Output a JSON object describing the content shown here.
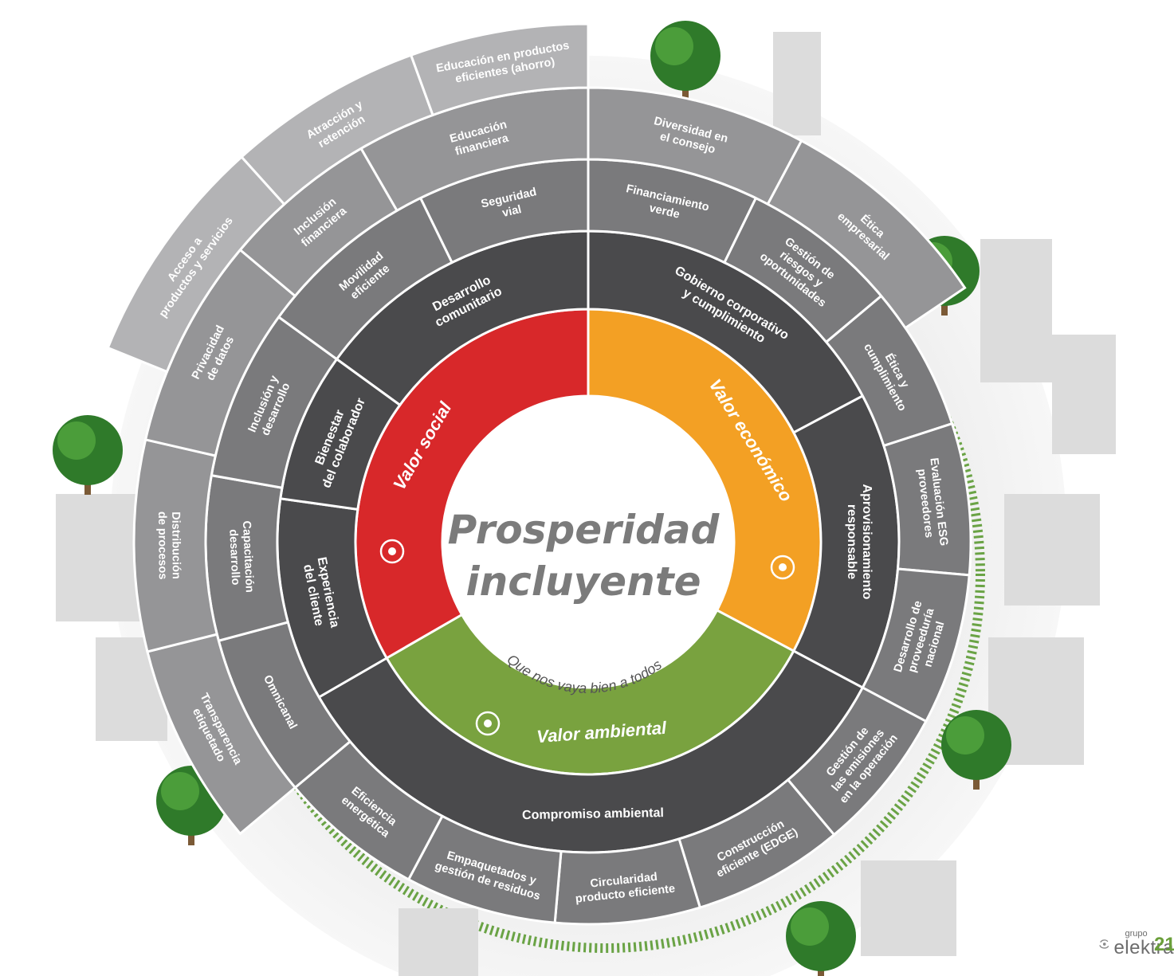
{
  "center": {
    "title_line1": "Prosperidad",
    "title_line2": "incluyente",
    "subtitle": "Que nos vaya bien a todos"
  },
  "values": {
    "social": "Valor social",
    "economic": "Valor económico",
    "environmental": "Valor ambiental"
  },
  "colors": {
    "social": "#d8282a",
    "economic": "#f3a024",
    "environmental": "#79a23f",
    "ring_dark": "#4a4a4c",
    "ring_mid": "#7a7a7c",
    "ring_light": "#959597",
    "ring_lighter": "#b3b3b5",
    "brand_green": "#6a9f3a"
  },
  "ring2": [
    {
      "name": "desarrollo-comunitario",
      "lines": [
        "Desarrollo",
        "comunitario"
      ]
    },
    {
      "name": "gobierno-corporativo",
      "lines": [
        "Gobierno corporativo",
        "y cumplimiento"
      ]
    },
    {
      "name": "aprovisionamiento-responsable",
      "lines": [
        "Aprovisionamiento",
        "responsable"
      ]
    },
    {
      "name": "compromiso-ambiental",
      "lines": [
        "Compromiso ambiental"
      ]
    },
    {
      "name": "experiencia-cliente",
      "lines": [
        "Experiencia",
        "del cliente"
      ]
    },
    {
      "name": "bienestar-colaborador",
      "lines": [
        "Bienestar",
        "del colaborador"
      ]
    }
  ],
  "ring3": [
    {
      "name": "seguridad-vial",
      "lines": [
        "Seguridad",
        "vial"
      ]
    },
    {
      "name": "financiamiento-verde",
      "lines": [
        "Financiamiento",
        "verde"
      ]
    },
    {
      "name": "gestion-riesgos",
      "lines": [
        "Gestión de",
        "riesgos y",
        "oportunidades"
      ]
    },
    {
      "name": "etica-cumplimiento",
      "lines": [
        "Ética y",
        "cumplimiento"
      ]
    },
    {
      "name": "evaluacion-esg",
      "lines": [
        "Evaluación ESG",
        "proveedores"
      ]
    },
    {
      "name": "desarrollo-proveeduria",
      "lines": [
        "Desarrollo de",
        "proveeduría",
        "nacional"
      ]
    },
    {
      "name": "gestion-emisiones",
      "lines": [
        "Gestión de",
        "las emisiones",
        "en la operación"
      ]
    },
    {
      "name": "construccion-eficiente",
      "lines": [
        "Construcción",
        "eficiente (EDGE)"
      ]
    },
    {
      "name": "circularidad",
      "lines": [
        "Circularidad",
        "producto eficiente"
      ]
    },
    {
      "name": "empaquetados",
      "lines": [
        "Empaquetados y",
        "gestión de residuos"
      ]
    },
    {
      "name": "eficiencia-energetica",
      "lines": [
        "Eficiencia",
        "energética"
      ]
    },
    {
      "name": "omnicanal",
      "lines": [
        "Omnicanal"
      ]
    },
    {
      "name": "capacitacion",
      "lines": [
        "Capacitación",
        "desarrollo"
      ]
    },
    {
      "name": "inclusion-desarrollo",
      "lines": [
        "Inclusión y",
        "desarrollo"
      ]
    },
    {
      "name": "movilidad-eficiente",
      "lines": [
        "Movilidad",
        "eficiente"
      ]
    }
  ],
  "ring4": [
    {
      "name": "educacion-financiera",
      "lines": [
        "Educación",
        "financiera"
      ]
    },
    {
      "name": "diversidad-consejo",
      "lines": [
        "Diversidad en",
        "el consejo"
      ]
    },
    {
      "name": "etica-empresarial",
      "lines": [
        "Ética",
        "empresarial"
      ]
    },
    {
      "name": "transparencia-etiquetado",
      "lines": [
        "Transparencia",
        "etiquetado"
      ]
    },
    {
      "name": "distribucion-procesos",
      "lines": [
        "Distribución",
        "de procesos"
      ]
    },
    {
      "name": "privacidad-datos",
      "lines": [
        "Privacidad",
        "de datos"
      ]
    },
    {
      "name": "inclusion-financiera",
      "lines": [
        "Inclusión",
        "financiera"
      ]
    }
  ],
  "ring5": [
    {
      "name": "atraccion-retencion",
      "lines": [
        "Atracción y",
        "retención"
      ]
    },
    {
      "name": "acceso-productos",
      "lines": [
        "Acceso a",
        "productos y servicios"
      ]
    }
  ],
  "ring6": [
    {
      "name": "educacion-productos",
      "lines": [
        "Educación en productos",
        "eficientes (ahorro)"
      ]
    }
  ],
  "brand": {
    "small": "grupo",
    "name": "elektra",
    "page_number": "21"
  }
}
